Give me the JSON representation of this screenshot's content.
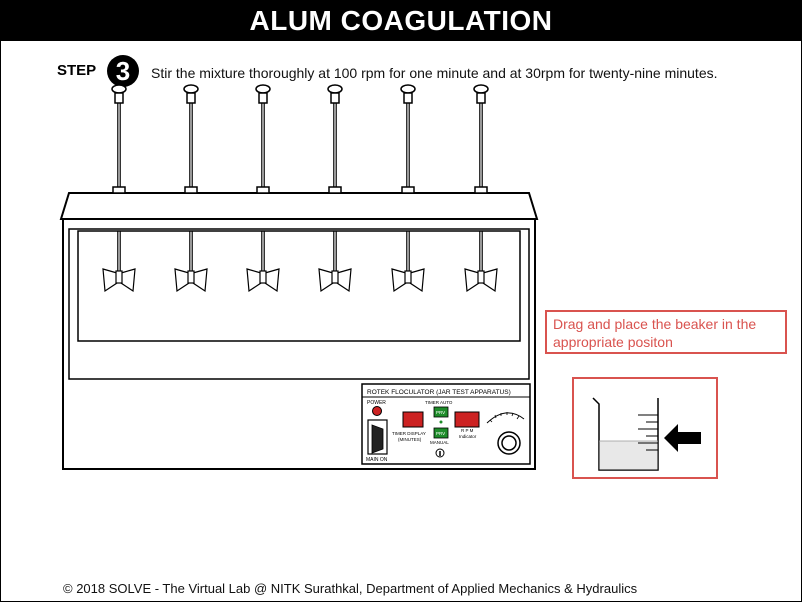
{
  "title": "ALUM COAGULATION",
  "step": {
    "label": "STEP",
    "number": "3",
    "instruction": "Stir the mixture thoroughly at 100 rpm for one minute and at 30rpm for twenty-nine minutes."
  },
  "panel": {
    "heading": "ROTEK FLOCULATOR (JAR TEST APPARATUS)",
    "power": "POWER",
    "main_on": "MAIN ON",
    "timer_auto": "TIMER AUTO",
    "timer_display": "TIMER DISPLAY",
    "minutes": "(MINUTES)",
    "manual": "MANUAL",
    "rpm": "R P M",
    "indicator": "Indicator",
    "prv": "PRV"
  },
  "hint": "Drag and place the beaker in the appropriate positon",
  "footer": "© 2018 SOLVE - The Virtual Lab @ NITK Surathkal, Department of Applied Mechanics & Hydraulics",
  "colors": {
    "accent": "#d9534f",
    "panel_red": "#cc2222",
    "panel_green": "#1e8c2a"
  },
  "icons": {
    "pointer": "arrow-left-icon"
  }
}
